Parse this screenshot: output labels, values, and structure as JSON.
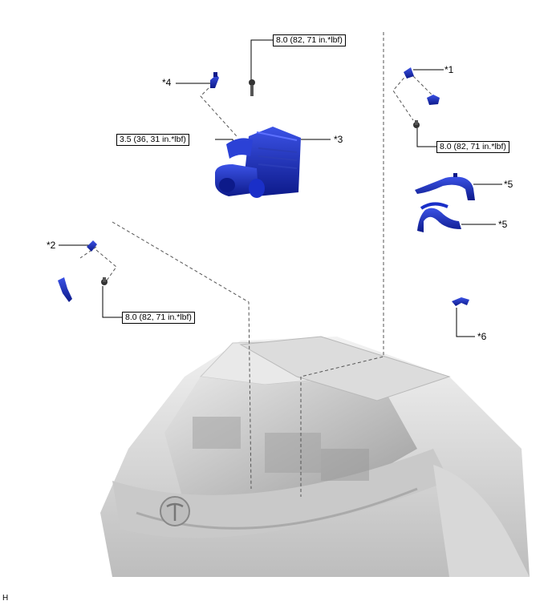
{
  "callouts": {
    "c1": "*1",
    "c2": "*2",
    "c3": "*3",
    "c4": "*4",
    "c5a": "*5",
    "c5b": "*5",
    "c6": "*6"
  },
  "torque": {
    "top": "8.0 (82, 71 in.*lbf)",
    "left": "3.5 (36, 31 in.*lbf)",
    "right": "8.0 (82, 71 in.*lbf)",
    "lower_left": "8.0 (82, 71 in.*lbf)"
  },
  "corner_label": "H",
  "colors": {
    "part_blue": "#1a2fc8",
    "part_dark": "#0d1a8a",
    "vehicle_gray": "#cfcfcf"
  }
}
